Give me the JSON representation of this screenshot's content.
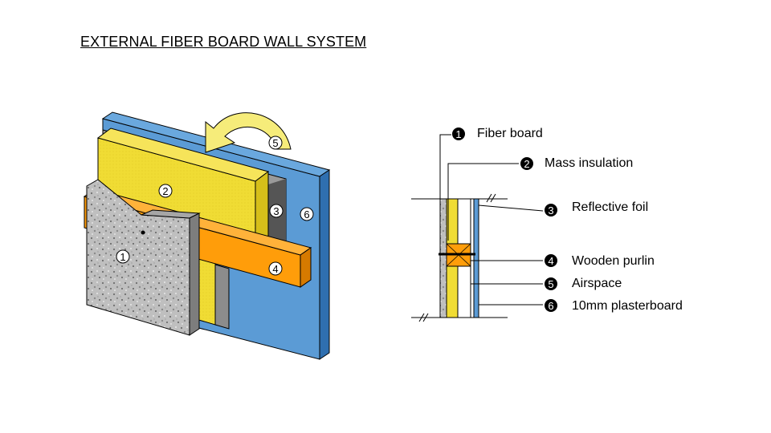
{
  "title": "EXTERNAL FIBER BOARD WALL SYSTEM",
  "markers": [
    "1",
    "2",
    "3",
    "4",
    "5",
    "6"
  ],
  "legend": [
    {
      "num": "1",
      "label": "Fiber board"
    },
    {
      "num": "2",
      "label": "Mass insulation"
    },
    {
      "num": "3",
      "label": "Reflective foil"
    },
    {
      "num": "4",
      "label": "Wooden purlin"
    },
    {
      "num": "5",
      "label": "Airspace"
    },
    {
      "num": "6",
      "label": "10mm plasterboard"
    }
  ],
  "colors": {
    "plasterboard": "#5b9bd5",
    "insulation": "#f0dc34",
    "purlin": "#ff9d0a",
    "foil": "#7f7f7f",
    "fiber_board": "#bdbdbd",
    "outline": "#000000"
  },
  "icons": [
    "curved-arrow-icon",
    "break-line-icon"
  ]
}
